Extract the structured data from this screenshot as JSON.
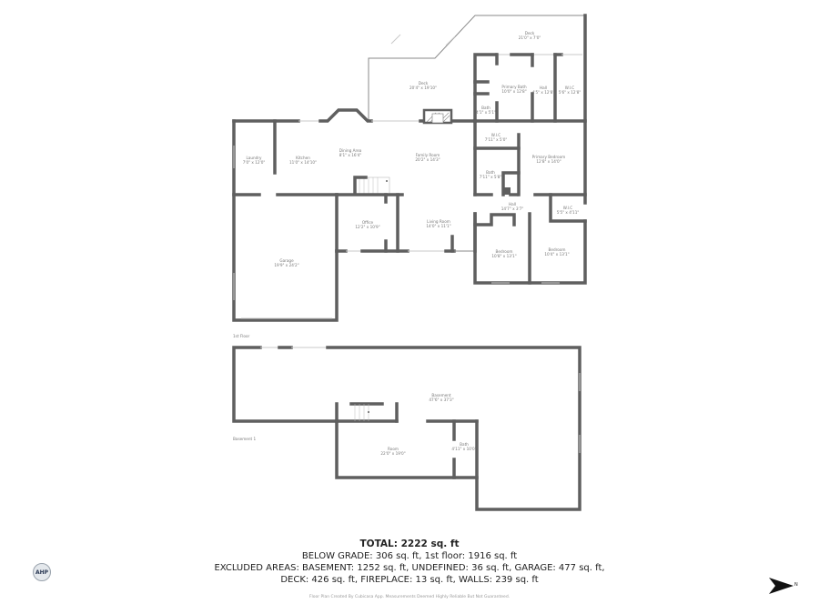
{
  "floors": [
    {
      "name": "1st Floor",
      "rooms": [
        {
          "name": "Deck",
          "dims": "21'0\" x 7'0\""
        },
        {
          "name": "Deck",
          "dims": "20'4\" x 19'10\""
        },
        {
          "name": "Primary Bath",
          "dims": "10'0\" x 12'8\""
        },
        {
          "name": "Hall",
          "dims": "4'5\" x 12'8\""
        },
        {
          "name": "W.I.C",
          "dims": "5'6\" x 12'8\""
        },
        {
          "name": "Bath",
          "dims": "4'1\" x 5'1\""
        },
        {
          "name": "Laundry",
          "dims": "7'0\" x 12'0\""
        },
        {
          "name": "Kitchen",
          "dims": "11'0\" x 14'10\""
        },
        {
          "name": "Dining Area",
          "dims": "8'1\" x 16'4\""
        },
        {
          "name": "Family Room",
          "dims": "20'2\" x 14'3\""
        },
        {
          "name": "W.I.C",
          "dims": "7'11\" x 5'0\""
        },
        {
          "name": "Primary Bedroom",
          "dims": "12'8\" x 14'0\""
        },
        {
          "name": "Bath",
          "dims": "7'11\" x 5'8\""
        },
        {
          "name": "Hall",
          "dims": "14'7\" x 3'7\""
        },
        {
          "name": "W.I.C",
          "dims": "5'5\" x 4'11\""
        },
        {
          "name": "Office",
          "dims": "12'2\" x 10'9\""
        },
        {
          "name": "Living Room",
          "dims": "14'0\" x 11'1\""
        },
        {
          "name": "Bedroom",
          "dims": "10'8\" x 13'1\""
        },
        {
          "name": "Bedroom",
          "dims": "10'4\" x 13'1\""
        },
        {
          "name": "Garage",
          "dims": "19'9\" x 24'2\""
        }
      ]
    },
    {
      "name": "Basement 1",
      "rooms": [
        {
          "name": "Basement",
          "dims": "47'6\" x 37'3\""
        },
        {
          "name": "Room",
          "dims": "22'0\" x 19'0\""
        },
        {
          "name": "Bath",
          "dims": "4'11\" x 10'0\""
        }
      ]
    }
  ],
  "summary": {
    "total": "TOTAL: 2222 sq. ft",
    "line1": "BELOW GRADE: 306 sq. ft, 1st floor: 1916 sq. ft",
    "line2": "EXCLUDED AREAS: BASEMENT: 1252 sq. ft, UNDEFINED: 36 sq. ft, GARAGE: 477 sq. ft,",
    "line3": "DECK: 426 sq. ft, FIREPLACE: 13 sq. ft, WALLS: 239 sq. ft",
    "credit": "Floor Plan Created By Cubicasa App. Measurements Deemed Highly Reliable But Not Guaranteed."
  },
  "logo": {
    "text": "AHP"
  },
  "compass": {
    "label": "N",
    "icon": "north-arrow-icon"
  }
}
